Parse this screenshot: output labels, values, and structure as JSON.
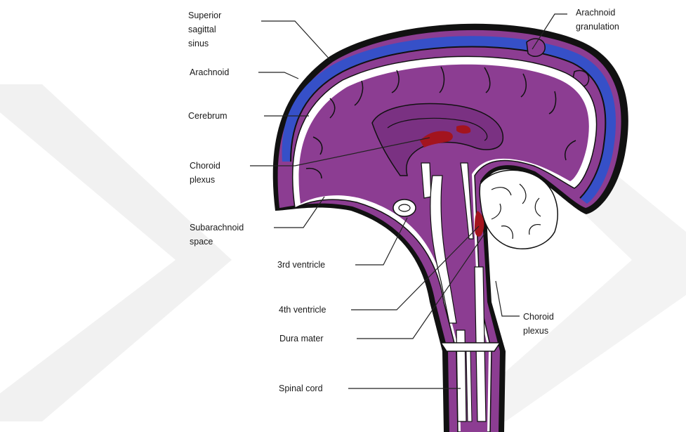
{
  "colors": {
    "tissue": "#8c3d92",
    "tissue_dark": "#6a2a72",
    "sinus": "#3650c8",
    "choroid_red": "#a3141e",
    "outline": "#111111",
    "watermark": "#f1f1f1"
  },
  "labels": {
    "superior_sagittal_sinus": [
      "Superior",
      "sagittal",
      "sinus"
    ],
    "arachnoid_granulation": [
      "Arachnoid",
      "granulation"
    ],
    "arachnoid": "Arachnoid",
    "cerebrum": "Cerebrum",
    "choroid_plexus_left": [
      "Choroid",
      "plexus"
    ],
    "subarachnoid_space": [
      "Subarachnoid",
      "space"
    ],
    "third_ventricle": "3rd ventricle",
    "fourth_ventricle": "4th ventricle",
    "dura_mater": "Dura mater",
    "choroid_plexus_right": [
      "Choroid",
      "plexus"
    ],
    "spinal_cord": "Spinal cord"
  }
}
